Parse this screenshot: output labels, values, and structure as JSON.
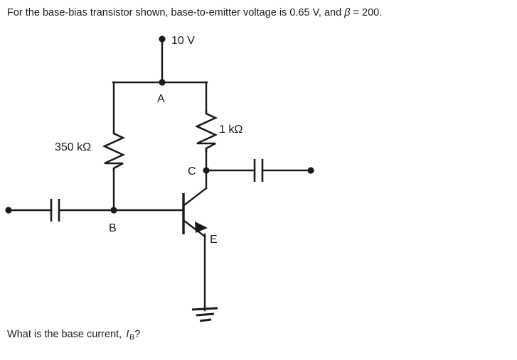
{
  "header": {
    "text_before_beta": "For the base-bias transistor shown, base-to-emitter voltage is 0.65 V, and ",
    "beta_symbol": "β",
    "text_after_beta": " = 200."
  },
  "footer": {
    "text_before_symbol": "What is the base current, ",
    "current_symbol": "I",
    "current_subscript": "B",
    "text_after_symbol": "?"
  },
  "circuit": {
    "supply_label": "10 V",
    "base_resistor_label": "350 kΩ",
    "collector_resistor_label": "1 kΩ",
    "node_a_label": "A",
    "node_b_label": "B",
    "node_c_label": "C",
    "node_e_label": "E",
    "transistor_type": "npn",
    "line_color": "#1a1a1a",
    "background_color": "#ffffff"
  }
}
